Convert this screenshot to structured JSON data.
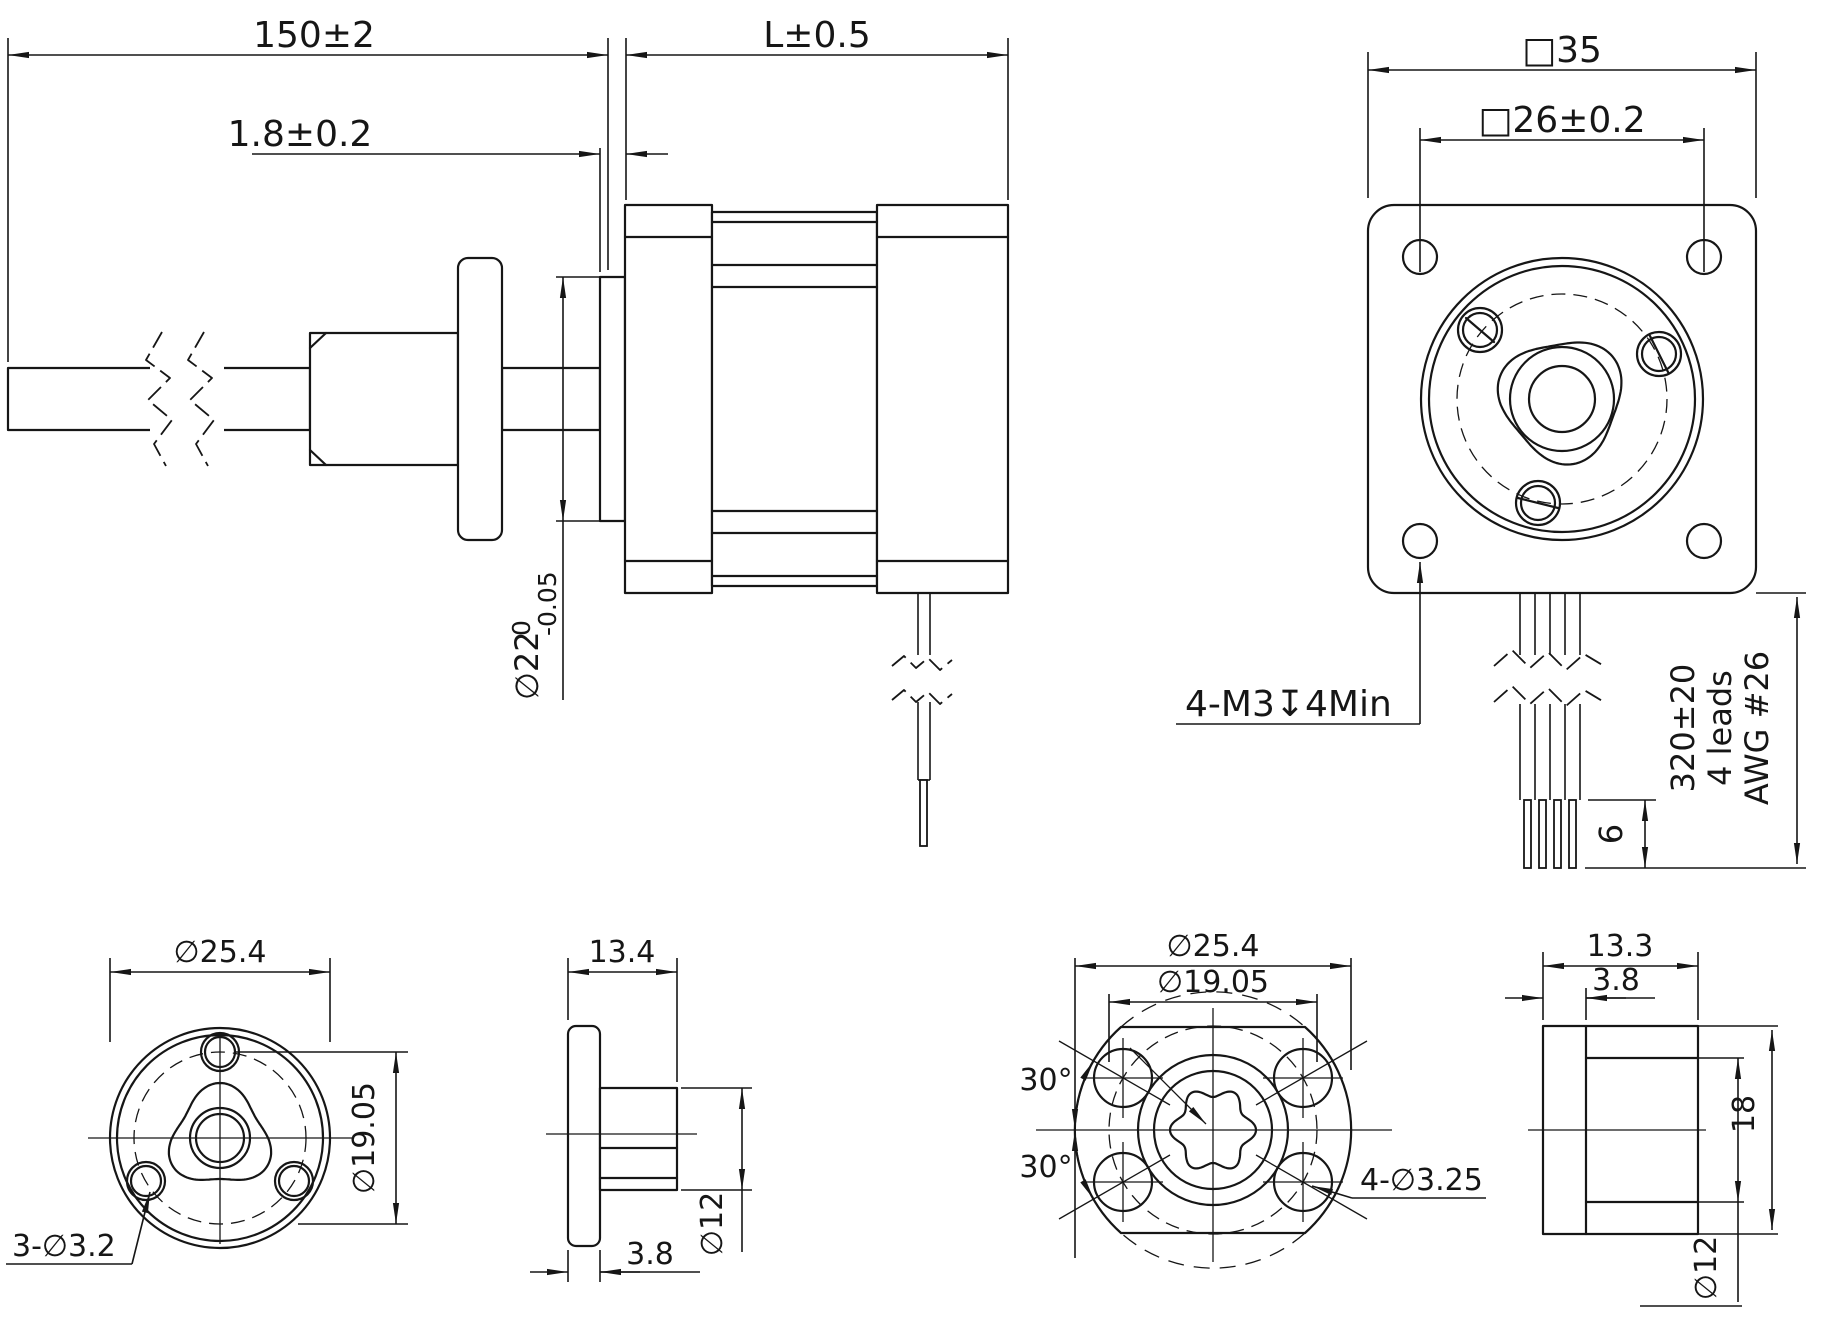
{
  "palette": {
    "bg": "#ffffff",
    "ink": "#161616"
  },
  "side_view": {
    "dim_screw_length": "150±2",
    "dim_motor_length": "L±0.5",
    "dim_pilot_offset": "1.8±0.2",
    "pilot_dia": "∅22",
    "pilot_tol_upper": "0",
    "pilot_tol_lower": "-0.05"
  },
  "front_view": {
    "dim_body_width": "□35",
    "dim_mount_spacing": "□26±0.2",
    "note_mount_holes": "4-M3↧4Min",
    "dim_lead_length": "320±20",
    "note_lead_count": "4 leads",
    "note_lead_gauge": "AWG #26",
    "dim_strip_length": "6"
  },
  "nut_front_view": {
    "dim_flange_dia": "∅25.4",
    "dim_bolt_circle_dia": "∅19.05",
    "note_holes": "3-∅3.2"
  },
  "nut_side_view": {
    "dim_length": "13.4",
    "dim_flange_thickness": "3.8",
    "dim_boss_dia": "∅12"
  },
  "nut2_front_view": {
    "dim_flange_dia": "∅25.4",
    "dim_bolt_circle_dia": "∅19.05",
    "dim_hole_angle_upper": "30°",
    "dim_hole_angle_lower": "30°",
    "note_holes": "4-∅3.25"
  },
  "nut2_side_view": {
    "dim_length": "13.3",
    "dim_flange_thickness": "3.8",
    "dim_body_height": "18",
    "dim_boss_dia": "∅12"
  }
}
